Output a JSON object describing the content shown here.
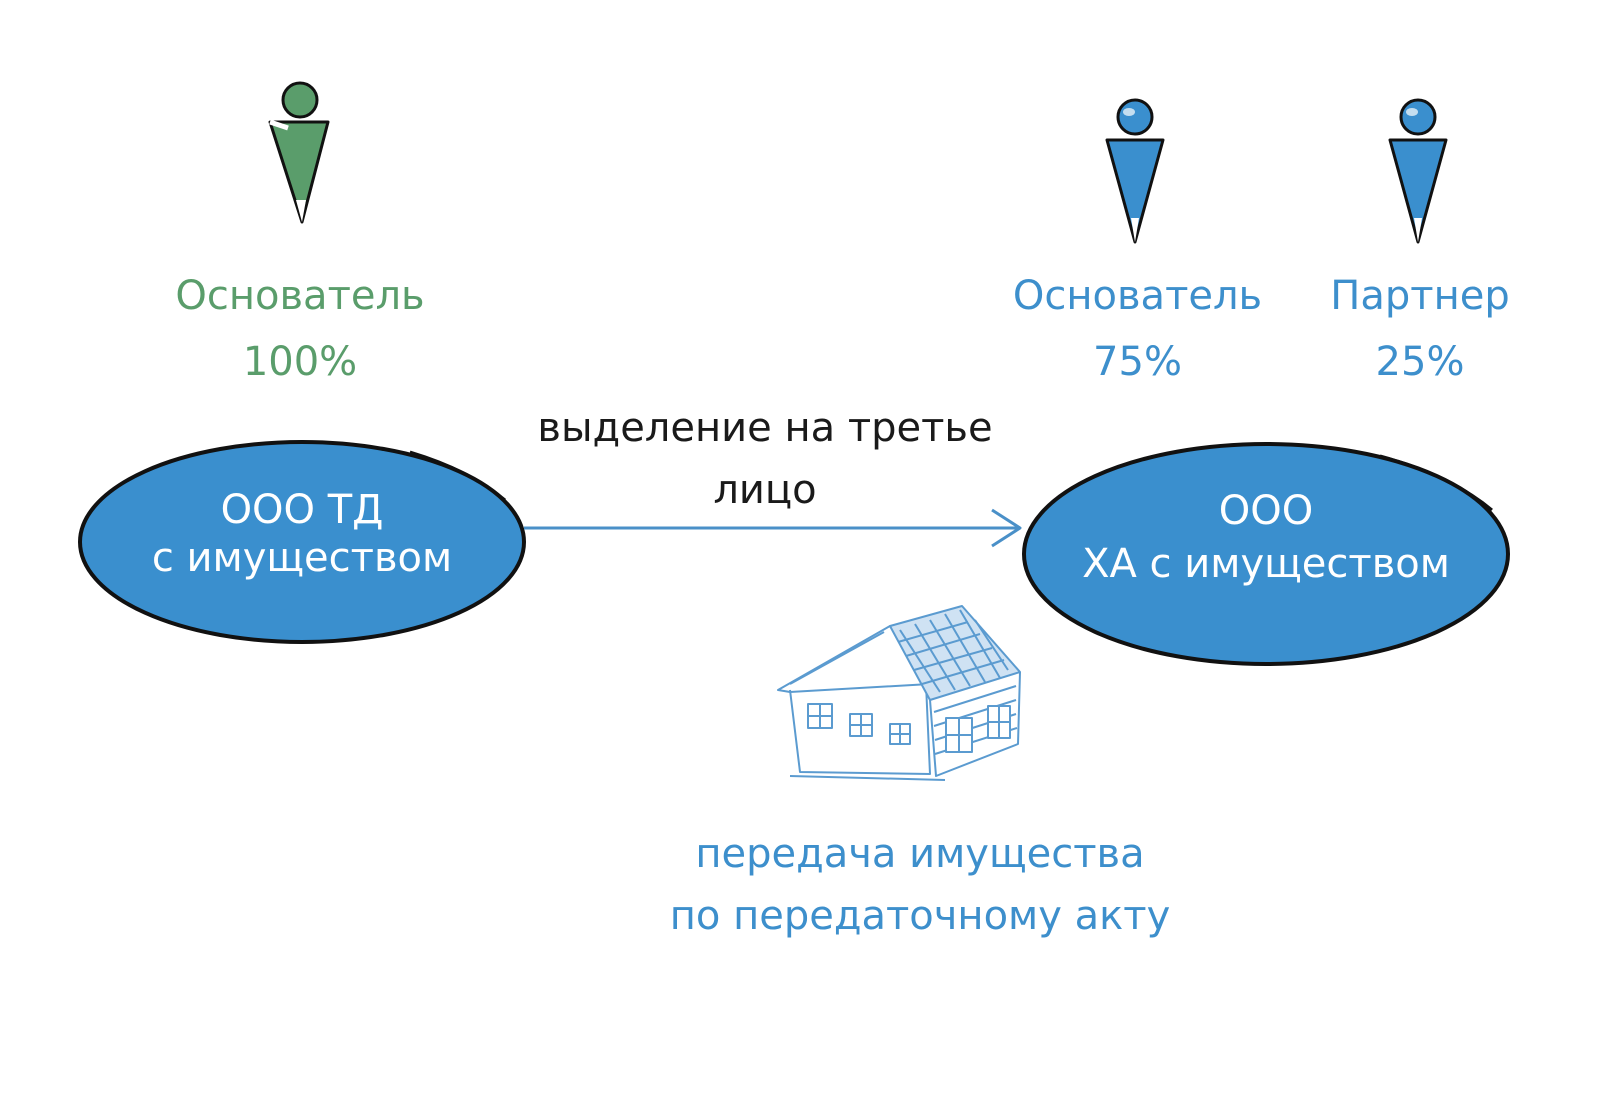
{
  "colors": {
    "green": "#5a9d6b",
    "blue": "#3d8fcc",
    "ellipse_fill": "#3a8fce",
    "outline": "#111111",
    "arrow": "#4a90c8",
    "house": "#5b9bd0"
  },
  "founder_left": {
    "icon": "person-icon",
    "role": "Основатель",
    "share": "100%"
  },
  "founder_right": {
    "icon": "person-icon",
    "role": "Основатель",
    "share": "75%"
  },
  "partner": {
    "icon": "person-icon",
    "role": "Партнер",
    "share": "25%"
  },
  "company_left": {
    "line1": "ООО ТД",
    "line2": "с имуществом"
  },
  "company_right": {
    "line1": "ООО",
    "line2": "ХА с имуществом"
  },
  "arrow_label": {
    "line1": "выделение на третье",
    "line2": "лицо"
  },
  "transfer": {
    "icon": "house-icon",
    "line1": "передача имущества",
    "line2": "по передаточному акту"
  }
}
